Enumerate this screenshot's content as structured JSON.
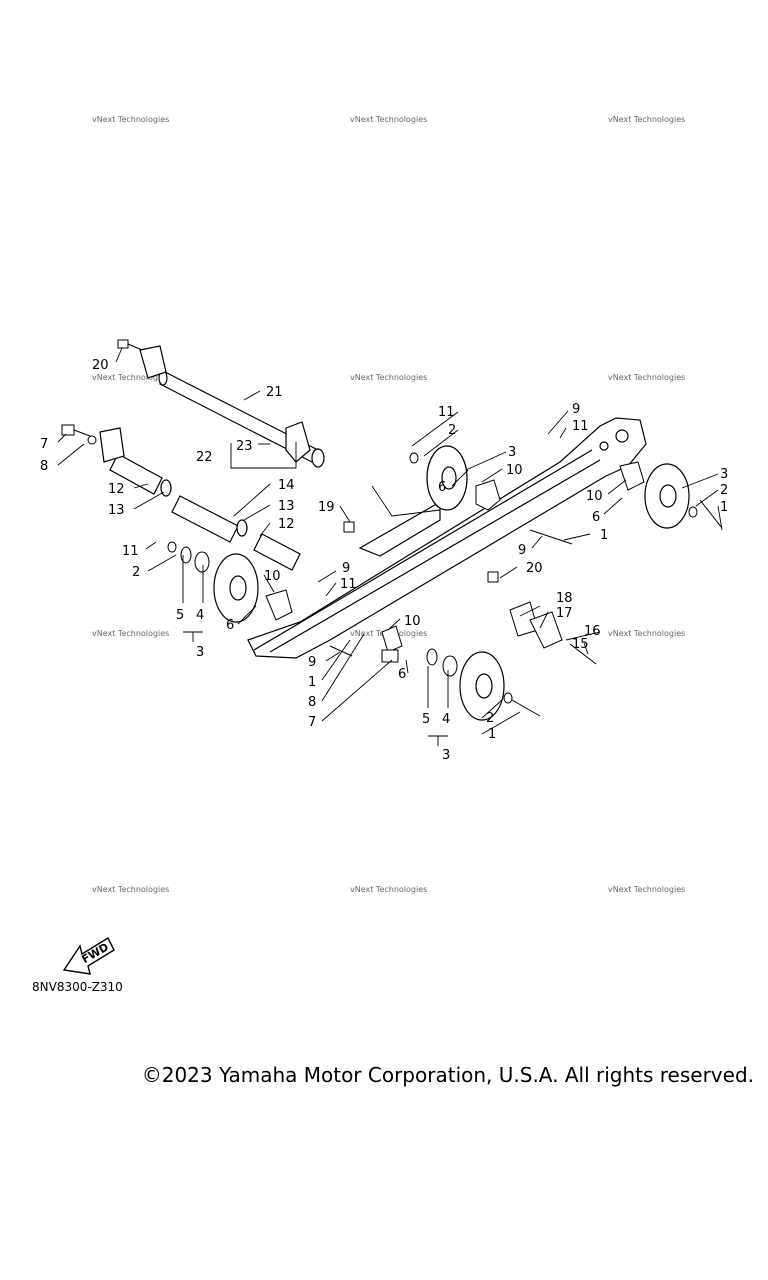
{
  "diagram": {
    "code": "8NV8300-Z310",
    "fwd_label": "FWD",
    "watermark": "vNext Technologies",
    "callouts": [
      "1",
      "2",
      "3",
      "4",
      "5",
      "6",
      "7",
      "8",
      "9",
      "10",
      "11",
      "12",
      "13",
      "14",
      "15",
      "16",
      "17",
      "18",
      "19",
      "20",
      "21",
      "22",
      "23"
    ]
  },
  "footer": {
    "copyright": "©2023 Yamaha Motor Corporation, U.S.A. All rights reserved."
  }
}
